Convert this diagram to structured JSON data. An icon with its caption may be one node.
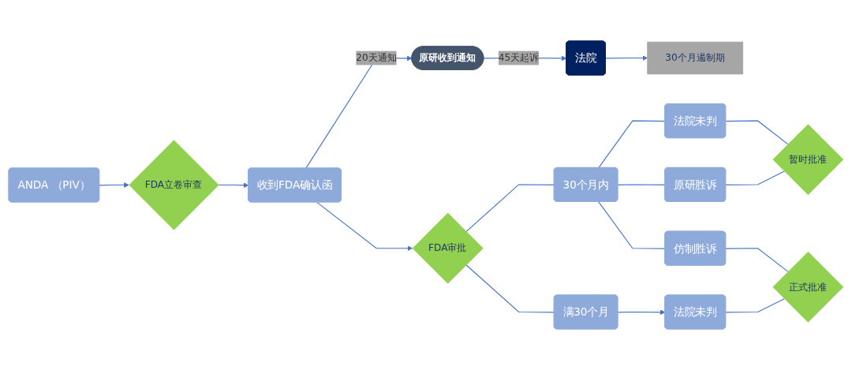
{
  "diagram": {
    "nodes": [
      {
        "text": [
          "ANDA （PIV）"
        ]
      },
      {
        "text": [
          "FDA立卷审查"
        ]
      },
      {
        "text": [
          "收到FDA确认函"
        ]
      },
      {
        "text": [
          "FDA审批"
        ]
      },
      {
        "text": [
          "30个月遏制期"
        ]
      },
      {
        "text": [
          "原研收到通知"
        ]
      },
      {
        "text": [
          "法院"
        ]
      },
      {
        "text": [
          "30个月内"
        ]
      },
      {
        "text": [
          "满30个月"
        ]
      },
      {
        "text": [
          "法院未判"
        ]
      },
      {
        "text": [
          "原研胜诉"
        ]
      },
      {
        "text": [
          "仿制胜诉"
        ]
      },
      {
        "text": [
          "法院未判"
        ]
      },
      {
        "text": [
          "暂时批准"
        ]
      },
      {
        "text": [
          "正式批准"
        ]
      }
    ],
    "edges": [
      {
        "from": 0,
        "to": 1,
        "arrow": "to"
      },
      {
        "from": 1,
        "to": 2,
        "arrow": "to"
      },
      {
        "from": 2,
        "to": 3,
        "arrow": "to"
      },
      {
        "from": 2,
        "to": 5,
        "arrow": "to",
        "label": "20天通知"
      },
      {
        "from": 5,
        "to": 6,
        "arrow": "to",
        "label": "45天起诉"
      },
      {
        "from": 6,
        "to": 4,
        "arrow": "to"
      },
      {
        "from": 3,
        "to": 7,
        "arrow": "none"
      },
      {
        "from": 3,
        "to": 8,
        "arrow": "none"
      },
      {
        "from": 7,
        "to": 9,
        "arrow": "none"
      },
      {
        "from": 7,
        "to": 10,
        "arrow": "none"
      },
      {
        "from": 7,
        "to": 11,
        "arrow": "none"
      },
      {
        "from": 8,
        "to": 12,
        "arrow": "to"
      },
      {
        "from": 9,
        "to": 13,
        "arrow": "none"
      },
      {
        "from": 10,
        "to": 13,
        "arrow": "none"
      },
      {
        "from": 11,
        "to": 14,
        "arrow": "none"
      },
      {
        "from": 12,
        "to": 14,
        "arrow": "none"
      }
    ]
  }
}
